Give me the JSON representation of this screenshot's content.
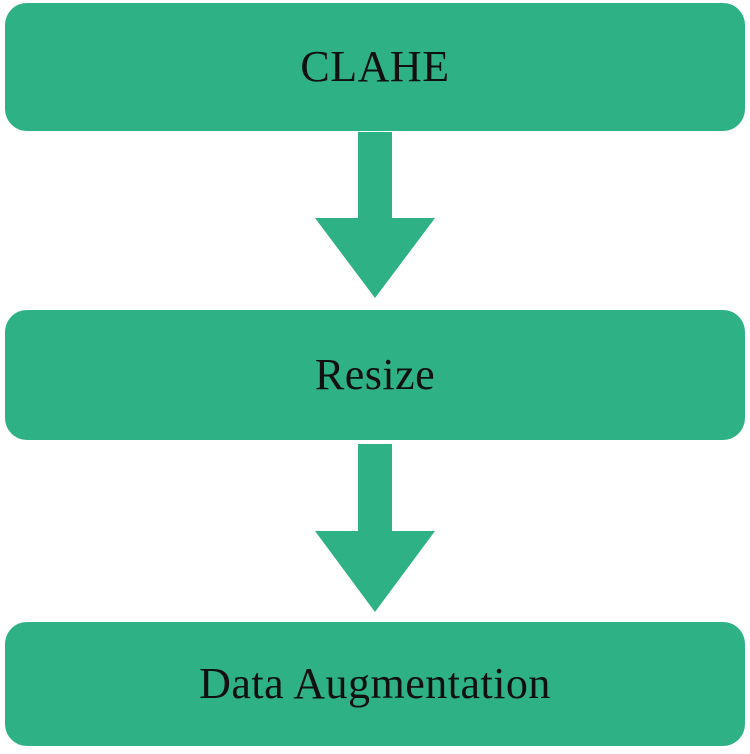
{
  "diagram": {
    "type": "flowchart",
    "direction": "top-to-bottom",
    "steps": [
      {
        "id": "clahe",
        "label": "CLAHE"
      },
      {
        "id": "resize",
        "label": "Resize"
      },
      {
        "id": "augment",
        "label": "Data Augmentation"
      }
    ],
    "connections": [
      {
        "from": "clahe",
        "to": "resize",
        "type": "block-arrow-down"
      },
      {
        "from": "resize",
        "to": "augment",
        "type": "block-arrow-down"
      }
    ],
    "colors": {
      "node_fill": "#2db185",
      "arrow_fill": "#2db185",
      "text": "#101010",
      "background": "#ffffff"
    }
  }
}
